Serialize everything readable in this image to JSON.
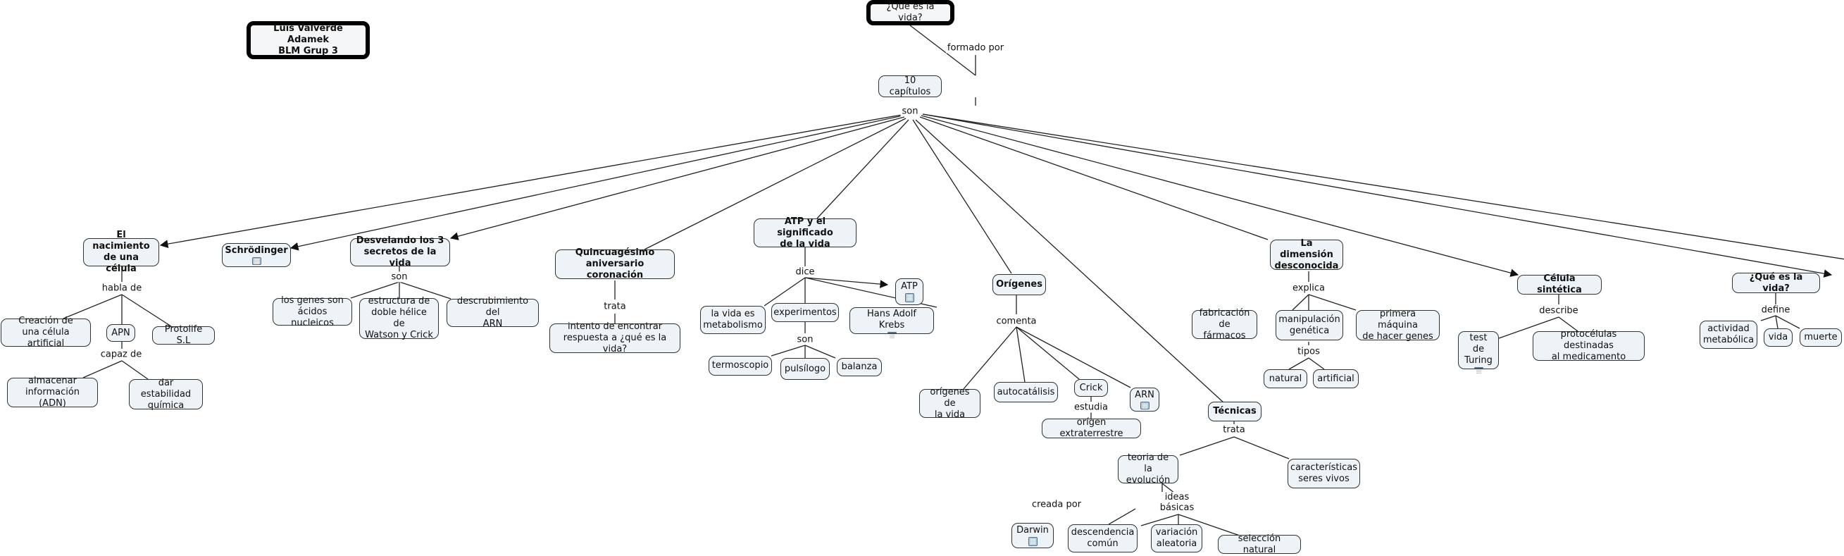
{
  "author": {
    "line1": "Luis Valverde Adamek",
    "line2": "BLM Grup 3"
  },
  "root": "¿Qué es la vida?",
  "links": {
    "formado_por": "formado por",
    "son": "son",
    "habla_de": "habla de",
    "capaz_de": "capaz de",
    "son2": "son",
    "trata": "trata",
    "dice": "dice",
    "son3": "son",
    "comenta": "comenta",
    "estudia": "estudia",
    "explica": "explica",
    "tipos": "tipos",
    "describe": "describe",
    "define": "define",
    "trata2": "trata",
    "creada_por": "creada por",
    "ideas_basicas": "ideas\nbásicas"
  },
  "nodes": {
    "capitulos": "10 capítulos",
    "nacimiento": "El nacimiento\nde una célula",
    "creacion": "Creación de\nuna célula artificial",
    "apn": "APN",
    "protolife": "Protolife S.L",
    "almacenar": "almacenar\ninformación (ADN)",
    "estabilidad": "dar estabilidad\nquímica",
    "schrodinger": "Schrödinger",
    "desvelando": "Desvelando los 3\nsecretos de la vida",
    "genes": "los genes son\nácidos nucleicos",
    "estructura": "estructura de\ndoble hélice de\nWatson y Crick",
    "arn_desc": "descrubimiento del\nARN",
    "quincuagesimo": "Quincuagésimo\naniversario coronación",
    "intento": "intento de encontrar\nrespuesta a ¿qué es la vida?",
    "atp_sig": "ATP y el significado\nde la vida",
    "metabolismo": "la vida es\nmetabolismo",
    "experimentos": "experimentos",
    "atp": "ATP",
    "krebs": "Hans Adolf Krebs",
    "termoscopio": "termoscopio",
    "pulsilogo": "pulsílogo",
    "balanza": "balanza",
    "origenes": "Orígenes",
    "origenes_vida": "orígenes de\nla vida",
    "autocatalisis": "autocatálisis",
    "crick": "Crick",
    "arn": "ARN",
    "extraterrestre": "orígen extraterrestre",
    "tecnicas": "Técnicas",
    "teoria": "teoria de la\nevolución",
    "caracteristicas": "características\nseres vivos",
    "darwin": "Darwin",
    "descendencia": "descendencia\ncomún",
    "variacion": "variación\naleatoria",
    "seleccion": "selección natural",
    "dimension": "La dimensión\ndesconocida",
    "farmacos": "fabricación\nde fármacos",
    "manipulacion": "manipulación\ngenética",
    "maquina": "primera máquina\nde hacer genes",
    "natural": "natural",
    "artificial": "artificial",
    "celula_sintetica": "Célula sintética",
    "turing": "test de\nTuring",
    "protocelulas": "protocélulas destinadas\nal medicamento",
    "que_vida": "¿Qué es la vida?",
    "actividad": "actividad\nmetabólica",
    "vida": "vida",
    "muerte": "muerte"
  },
  "icons": {
    "schrodinger": "document-icon",
    "atp": "document-icon",
    "krebs": "document-icon",
    "arn": "document-icon",
    "darwin": "document-icon",
    "turing": "document-icon"
  }
}
